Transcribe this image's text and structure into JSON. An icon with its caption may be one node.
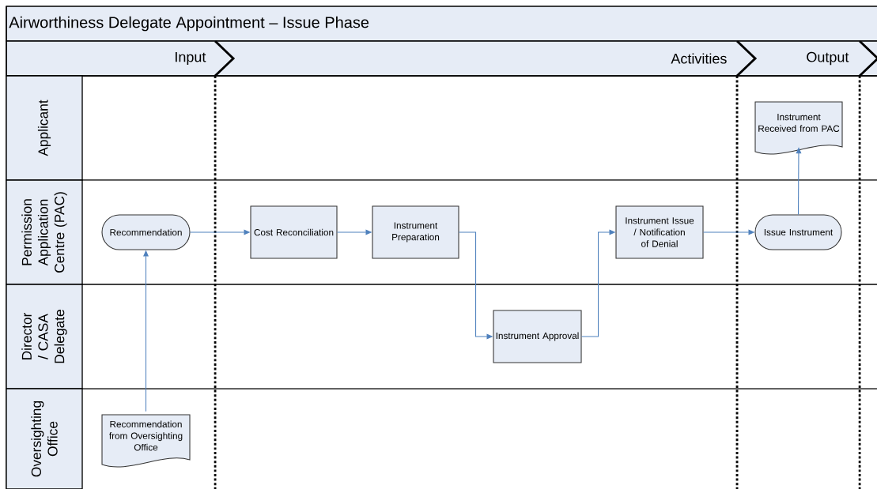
{
  "diagram": {
    "title": "Airworthiness Delegate Appointment – Issue Phase",
    "nodes": [
      {
        "text": [
          "Input"
        ]
      },
      {
        "text": [
          "Activities"
        ]
      },
      {
        "text": [
          "Output"
        ]
      },
      {
        "text": [
          "Applicant"
        ]
      },
      {
        "text": [
          "Permission Application Centre (PAC)"
        ]
      },
      {
        "text": [
          "Director / CASA Delegate"
        ]
      },
      {
        "text": [
          "Oversighting Office"
        ]
      },
      {
        "text": [
          "Instrument Received from PAC"
        ]
      },
      {
        "text": [
          "Recommendation"
        ]
      },
      {
        "text": [
          "Cost Reconciliation"
        ]
      },
      {
        "text": [
          "Instrument Preparation"
        ]
      },
      {
        "text": [
          "Instrument Issue / Notification of Denial"
        ]
      },
      {
        "text": [
          "Issue Instrument"
        ]
      },
      {
        "text": [
          "Instrument Approval"
        ]
      },
      {
        "text": [
          "Recommendation from Oversighting Office"
        ]
      }
    ],
    "edges": [
      {
        "from": 14,
        "to": 8,
        "arrow": "to"
      },
      {
        "from": 8,
        "to": 9,
        "arrow": "to"
      },
      {
        "from": 9,
        "to": 10,
        "arrow": "to"
      },
      {
        "from": 10,
        "to": 13,
        "arrow": "to"
      },
      {
        "from": 13,
        "to": 11,
        "arrow": "to"
      },
      {
        "from": 11,
        "to": 12,
        "arrow": "to"
      },
      {
        "from": 12,
        "to": 7,
        "arrow": "to"
      }
    ]
  }
}
